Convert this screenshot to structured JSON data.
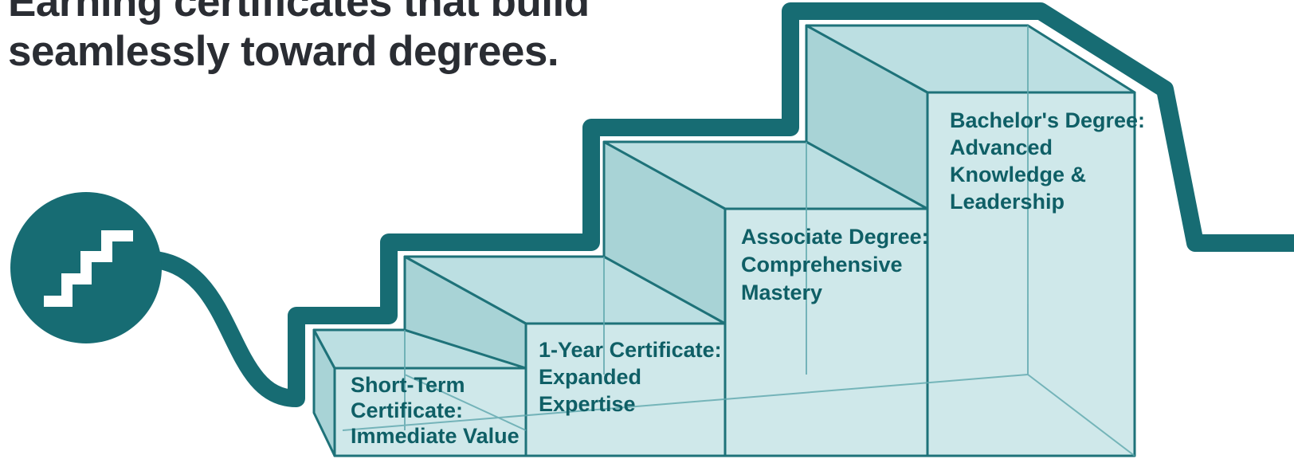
{
  "headline": {
    "line1": "Earning certificates that build",
    "line2": "seamlessly toward degrees."
  },
  "icon": "stairs-icon",
  "colors": {
    "path": "#176c73",
    "glass_face": "#cfe8ea",
    "glass_side": "#a8d3d6",
    "glass_top": "#bcdfe2",
    "edge": "#1e7279",
    "label": "#0f5f66",
    "headline": "#2a2d33"
  },
  "steps": [
    {
      "lines": [
        "Short-Term",
        "Certificate:",
        "Immediate Value"
      ]
    },
    {
      "lines": [
        "1-Year Certificate:",
        "Expanded",
        "Expertise"
      ]
    },
    {
      "lines": [
        "Associate Degree:",
        "Comprehensive",
        "Mastery"
      ]
    },
    {
      "lines": [
        "Bachelor's Degree:",
        "Advanced",
        "Knowledge &",
        "Leadership"
      ]
    }
  ]
}
